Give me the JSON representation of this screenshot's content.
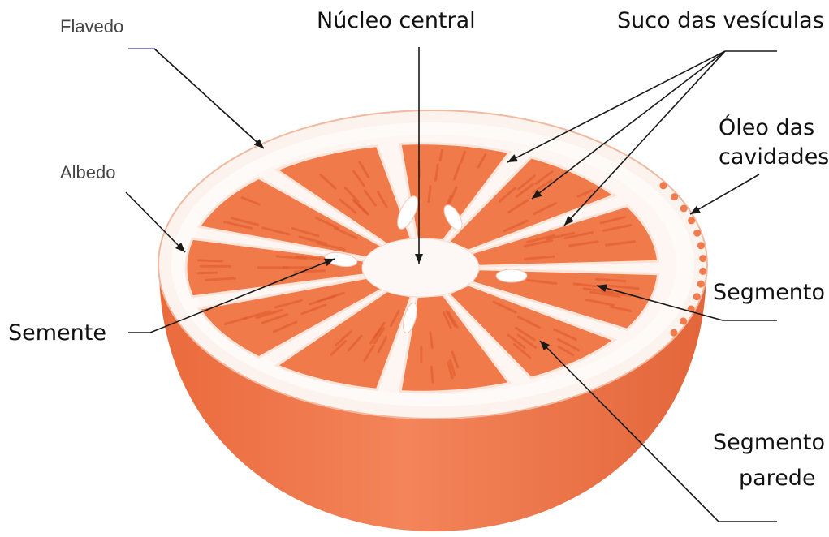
{
  "labels": {
    "flavedo": "Flavedo",
    "nucleo_central": "Núcleo central",
    "suco_vesiculas": "Suco das vesículas",
    "oleo_line1": "Óleo das",
    "oleo_line2": "cavidades",
    "albedo": "Albedo",
    "semente": "Semente",
    "segmento": "Segmento",
    "segmento_parede_line1": "Segmento",
    "segmento_parede_line2": "parede"
  },
  "colors": {
    "peel": "#f2784e",
    "peel_dark": "#d85a30",
    "pulp": "#f07a4a",
    "pulp_dark": "#e0562a",
    "albedo": "#fdf4ef",
    "leader": "#1a1a1a"
  }
}
